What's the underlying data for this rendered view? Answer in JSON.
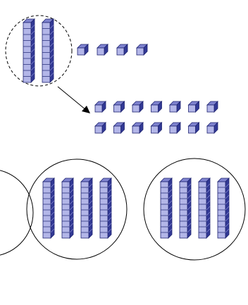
{
  "figure": {
    "top_group": {
      "rods_in_dashed_loop": 2,
      "loose_units": 4
    },
    "regrouped_units": {
      "rows": 2,
      "units_per_row": 7
    },
    "circles": [
      {
        "rods": 0,
        "clipped": true
      },
      {
        "rods": 4
      },
      {
        "rods": 4
      }
    ],
    "rod_length_units": 10,
    "colors": {
      "cube_front": "#b3b6e8",
      "cube_top": "#7f83cf",
      "cube_side": "#323995",
      "outline": "#1e2470",
      "line": "#000000"
    }
  }
}
